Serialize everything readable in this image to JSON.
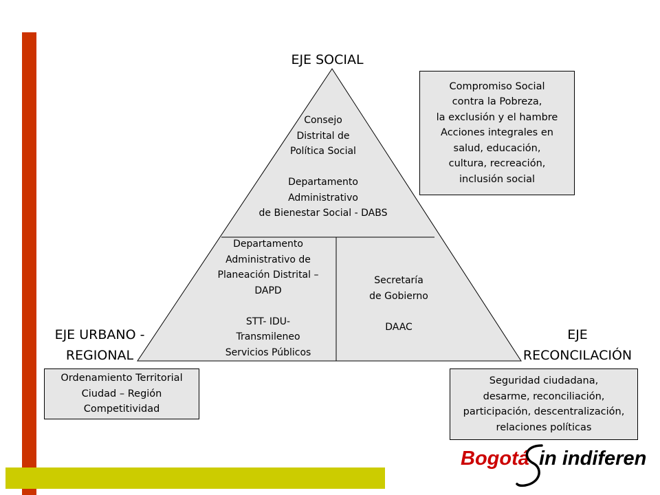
{
  "axes": {
    "social": "EJE SOCIAL",
    "urbano": [
      "EJE URBANO -",
      "REGIONAL"
    ],
    "reconciliacion": [
      "EJE",
      "RECONCILACIÓN"
    ]
  },
  "triangle": {
    "top_lines": [
      "Consejo",
      "Distrital de",
      "Política Social",
      "",
      "Departamento",
      "Administrativo",
      "de Bienestar Social - DABS"
    ],
    "bottom_left_lines": [
      "Departamento",
      "Administrativo de",
      "Planeación Distrital –",
      "DAPD",
      "",
      "STT- IDU-",
      "Transmileneo",
      "Servicios Públicos"
    ],
    "bottom_right_lines": [
      "Secretaría",
      "de Gobierno",
      "",
      "DAAC"
    ]
  },
  "boxes": {
    "social": [
      "Compromiso Social",
      "contra la Pobreza,",
      "la exclusión y el hambre",
      "Acciones integrales en",
      "salud, educación,",
      "cultura, recreación,",
      "inclusión social"
    ],
    "urbano": [
      "Ordenamiento Territorial",
      "Ciudad – Región",
      "Competitividad"
    ],
    "reconciliacion": [
      "Seguridad ciudadana,",
      "desarme, reconciliación,",
      "participación, descentralización,",
      "relaciones políticas"
    ]
  },
  "logo": {
    "part1": "Bogotá",
    "part2": "in indiferencia",
    "color": "#cc0000"
  },
  "colors": {
    "accent_red": "#cc3300",
    "accent_yellow": "#cccc00",
    "fill_gray": "#e6e6e6"
  }
}
